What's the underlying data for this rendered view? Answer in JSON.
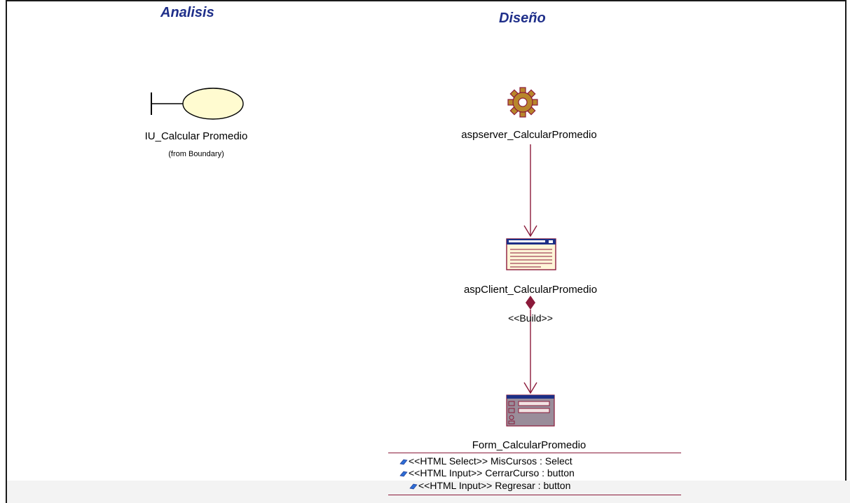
{
  "headers": {
    "analisis": "Analisis",
    "diseno": "Diseño"
  },
  "boundary": {
    "name": "IU_Calcular Promedio",
    "from": "(from Boundary)",
    "icon": "boundary-icon"
  },
  "server_page": {
    "name": "aspserver_CalcularPromedio",
    "icon": "server-page-gear-icon"
  },
  "client_page": {
    "name": "aspClient_CalcularPromedio",
    "icon": "client-page-icon"
  },
  "build_relation": {
    "stereotype": "<<Build>>"
  },
  "form": {
    "name": "Form_CalcularPromedio",
    "icon": "html-form-icon",
    "attributes": [
      "<<HTML Select>> MisCursos : Select",
      "<<HTML Input>> CerrarCurso : button",
      "<<HTML Input>> Regresar : button"
    ]
  },
  "colors": {
    "header_blue": "#1f2f8a",
    "connector": "#8b1a3a",
    "boundary_fill": "#fffbd0",
    "gear_fill": "#b8862a",
    "gear_stroke": "#8b1a3a",
    "attr_bullet": "#2e6fd6"
  }
}
